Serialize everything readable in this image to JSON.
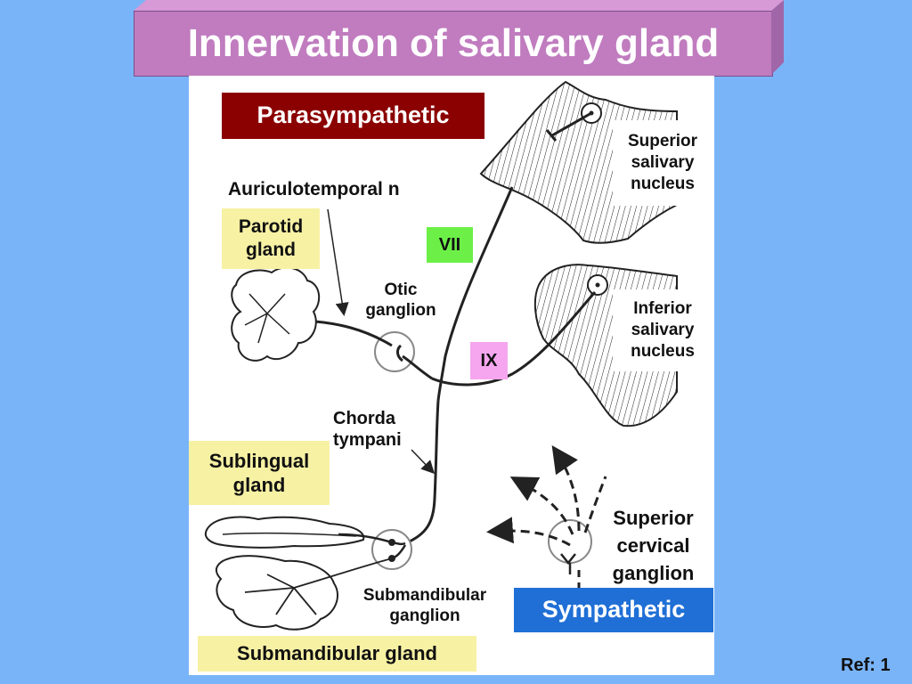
{
  "title": "Innervation of salivary gland",
  "labels": {
    "parasympathetic": "Parasympathetic",
    "sympathetic": "Sympathetic",
    "auriculotemporal": "Auriculotemporal n",
    "parotid_gland": "Parotid gland",
    "vii": "VII",
    "ix": "IX",
    "otic_ganglion": "Otic ganglion",
    "superior_salivary_nucleus": "Superior salivary nucleus",
    "inferior_salivary_nucleus": "Inferior salivary nucleus",
    "chorda_tympani": "Chorda tympani",
    "sublingual_gland": "Sublingual gland",
    "submandibular_ganglion": "Submandibular ganglion",
    "submandibular_gland": "Submandibular gland",
    "superior_cervical_ganglion": "Superior cervical ganglion"
  },
  "ref": "Ref: 1",
  "colors": {
    "background": "#7ab4f8",
    "title_box": "#c07cbf",
    "parasympathetic_box": "#8b0000",
    "sympathetic_box": "#1f6fd6",
    "gland_label_box": "#f7f1a4",
    "vii_box": "#6cf048",
    "ix_box": "#f5a6ef"
  }
}
